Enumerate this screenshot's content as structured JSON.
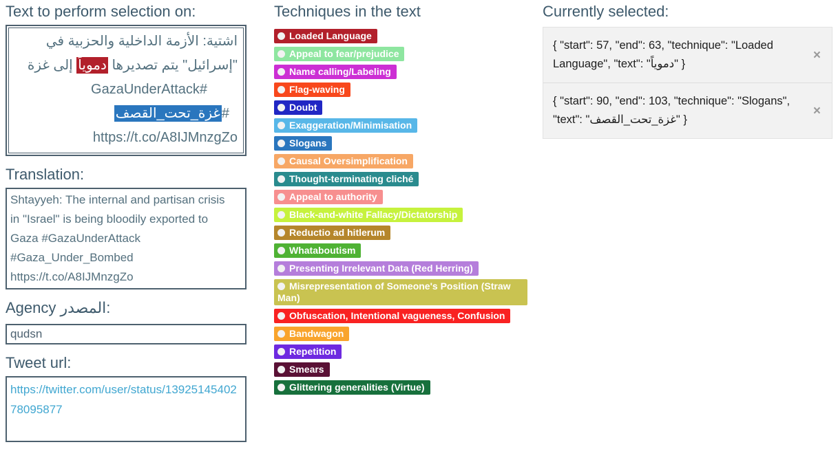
{
  "left": {
    "source_label": "Text to perform selection on:",
    "source_lines": [
      [
        {
          "t": "اشتية: الأزمة الداخلية والحزبية في",
          "h": ""
        }
      ],
      [
        {
          "t": "\"إسرائيل\" يتم تصديرها ",
          "h": ""
        },
        {
          "t": "دموياً",
          "h": "red"
        },
        {
          "t": " إلى غزة",
          "h": ""
        }
      ],
      [
        {
          "t": "#GazaUnderAttack",
          "h": ""
        }
      ],
      [
        {
          "t": "#",
          "h": ""
        },
        {
          "t": "غزة_تحت_القصف",
          "h": "blue"
        }
      ],
      [
        {
          "t": "https://t.co/A8IJMnzgZo",
          "h": ""
        }
      ]
    ],
    "translation_label": "Translation:",
    "translation_lines": [
      "Shtayyeh: The internal and partisan crisis",
      "in \"Israel\" is being bloodily exported to",
      "Gaza #GazaUnderAttack",
      "#Gaza_Under_Bombed",
      "https://t.co/A8IJMnzgZo"
    ],
    "agency_label": "Agency المصدر:",
    "agency_value": "qudsn",
    "tweet_url_label": "Tweet url:",
    "tweet_url_value": "https://twitter.com/user/status/1392514540278095877"
  },
  "middle": {
    "label": "Techniques in the text",
    "techniques": [
      {
        "label": "Loaded Language",
        "color": "#b2202b"
      },
      {
        "label": "Appeal to fear/prejudice",
        "color": "#8ee6a0"
      },
      {
        "label": "Name calling/Labeling",
        "color": "#cc2fd4"
      },
      {
        "label": "Flag-waving",
        "color": "#f8481c"
      },
      {
        "label": "Doubt",
        "color": "#2127c4"
      },
      {
        "label": "Exaggeration/Minimisation",
        "color": "#58b7e8"
      },
      {
        "label": "Slogans",
        "color": "#2a76be"
      },
      {
        "label": "Causal Oversimplification",
        "color": "#f7a765"
      },
      {
        "label": "Thought-terminating cliché",
        "color": "#2a8b8e"
      },
      {
        "label": "Appeal to authority",
        "color": "#f78f8f"
      },
      {
        "label": "Black-and-white Fallacy/Dictatorship",
        "color": "#c6f23d"
      },
      {
        "label": "Reductio ad hitlerum",
        "color": "#b5862b"
      },
      {
        "label": "Whataboutism",
        "color": "#4fb234"
      },
      {
        "label": "Presenting Irrelevant Data (Red Herring)",
        "color": "#b57edb"
      },
      {
        "label": "Misrepresentation of Someone's Position (Straw Man)",
        "color": "#c9c351"
      },
      {
        "label": "Obfuscation, Intentional vagueness, Confusion",
        "color": "#f92222"
      },
      {
        "label": "Bandwagon",
        "color": "#f9a42c"
      },
      {
        "label": "Repetition",
        "color": "#6e2ae0"
      },
      {
        "label": "Smears",
        "color": "#5a1135"
      },
      {
        "label": "Glittering generalities (Virtue)",
        "color": "#17703c"
      }
    ]
  },
  "right": {
    "label": "Currently selected:",
    "selections": [
      {
        "json_text": "{ \"start\": 57, \"end\": 63, \"technique\": \"Loaded Language\", \"text\": \"دموياً\" }"
      },
      {
        "json_text": "{ \"start\": 90, \"end\": 103, \"technique\": \"Slogans\", \"text\": \"غزة_تحت_القصف\" }"
      }
    ],
    "close_icon": "×"
  },
  "colors": {
    "highlight_red": "#b2202b",
    "highlight_blue": "#2a76be",
    "heading": "#3e5a6c",
    "box_border": "#4d606e",
    "link": "#41a7d1"
  }
}
